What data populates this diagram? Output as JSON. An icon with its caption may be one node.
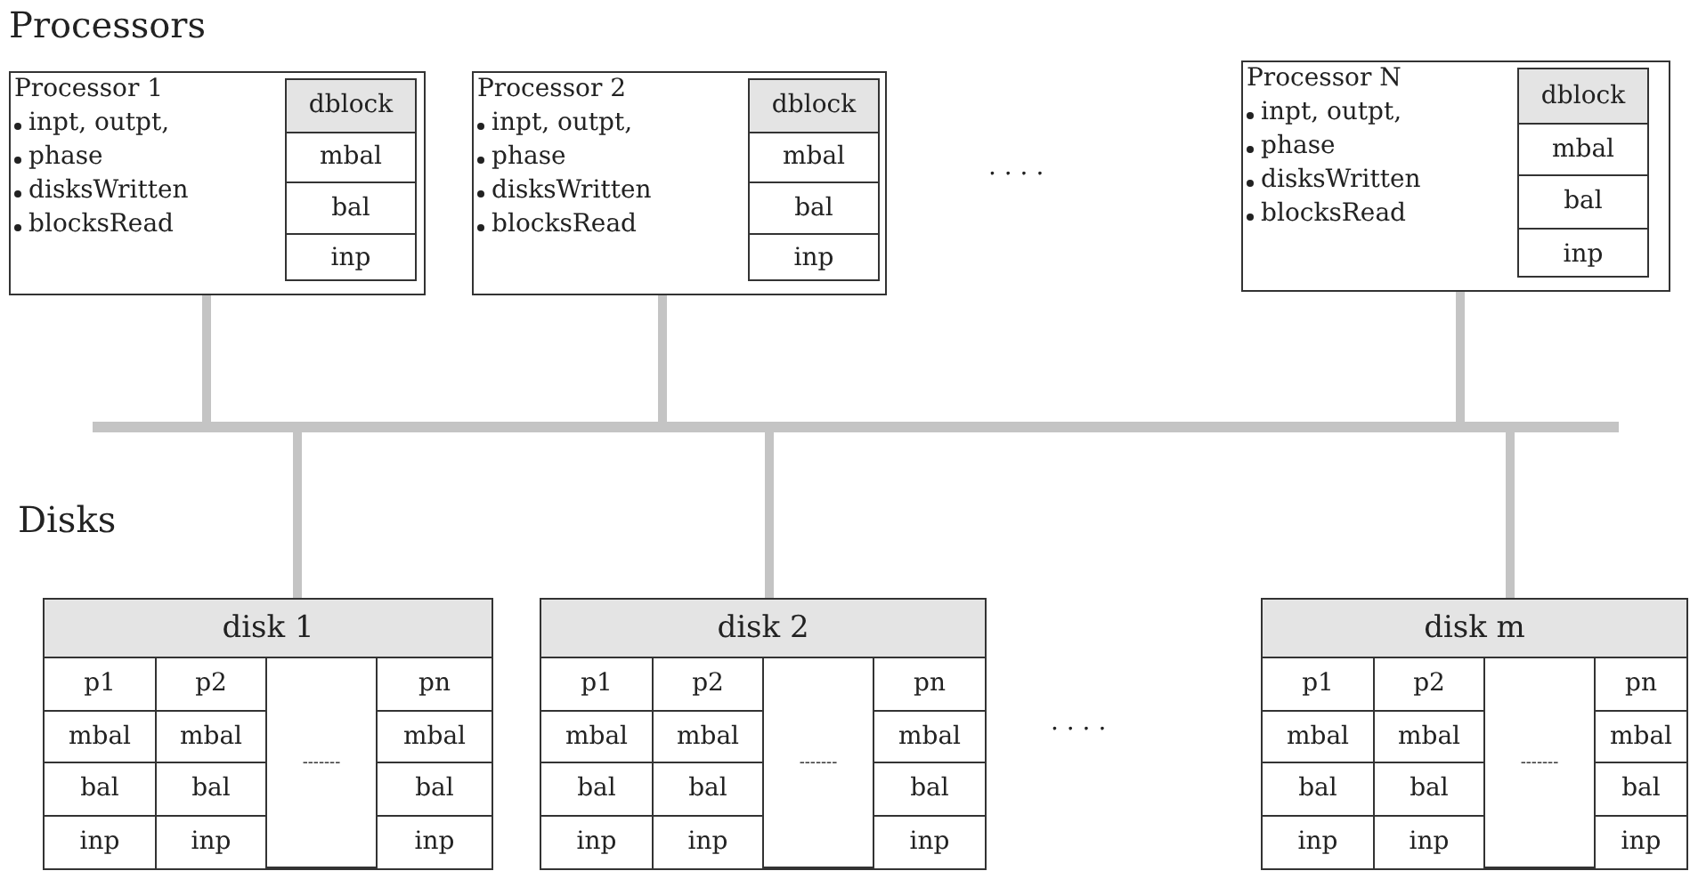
{
  "diagram": {
    "nodes": [
      {
        "text": [
          "Processor 1",
          "inpt, outpt,",
          "phase",
          "disksWritten",
          "blocksRead"
        ]
      },
      {
        "text": [
          "dblock",
          "mbal",
          "bal",
          "inp"
        ],
        "in": 0
      },
      {
        "text": [
          "Processor 2",
          "inpt, outpt,",
          "phase",
          "disksWritten",
          "blocksRead"
        ]
      },
      {
        "text": [
          "dblock",
          "mbal",
          "bal",
          "inp"
        ],
        "in": 2
      },
      {
        "text": [
          "Processor N",
          "inpt, outpt,",
          "phase",
          "disksWritten",
          "blocksRead"
        ]
      },
      {
        "text": [
          "dblock",
          "mbal",
          "bal",
          "inp"
        ],
        "in": 4
      },
      {
        "text": [],
        "shape": "bar"
      },
      {
        "text": [
          "disk 1",
          "p1",
          "p2",
          "-------",
          "pn",
          "mbal",
          "mbal",
          "mbal",
          "bal",
          "bal",
          "bal",
          "inp",
          "inp",
          "inp"
        ]
      },
      {
        "text": [
          "disk 2",
          "p1",
          "p2",
          "-------",
          "pn",
          "mbal",
          "mbal",
          "mbal",
          "bal",
          "bal",
          "bal",
          "inp",
          "inp",
          "inp"
        ]
      },
      {
        "text": [
          "disk m",
          "p1",
          "p2",
          "-------",
          "pn",
          "mbal",
          "mbal",
          "mbal",
          "bal",
          "bal",
          "bal",
          "inp",
          "inp",
          "inp"
        ]
      }
    ],
    "edges": [
      {
        "from": 0,
        "to": 6,
        "arrow": "none"
      },
      {
        "from": 2,
        "to": 6,
        "arrow": "none"
      },
      {
        "from": 4,
        "to": 6,
        "arrow": "none"
      },
      {
        "from": 6,
        "to": 7,
        "arrow": "none"
      },
      {
        "from": 6,
        "to": 8,
        "arrow": "none"
      },
      {
        "from": 6,
        "to": 9,
        "arrow": "none"
      }
    ],
    "labels": [
      "Processors",
      ". . . .",
      "Disks",
      ". . . ."
    ]
  }
}
